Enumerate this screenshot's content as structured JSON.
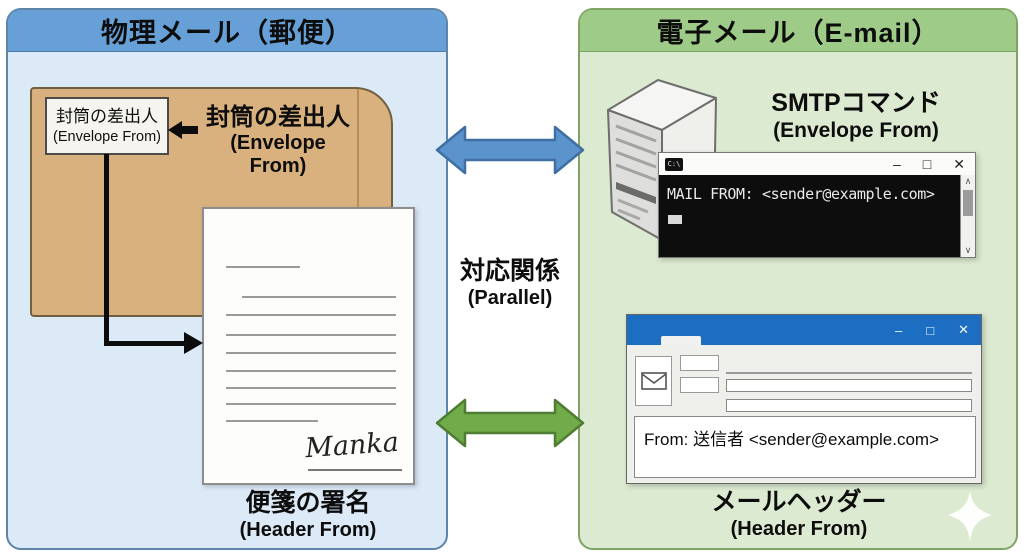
{
  "left_panel": {
    "title": "物理メール（郵便）",
    "envelope_label": {
      "line1": "封筒の差出人",
      "line2": "(Envelope From)"
    },
    "envelope_annotation": {
      "line1": "封筒の差出人",
      "line2": "(Envelope From)"
    },
    "letter_signature": "Manka",
    "caption": {
      "line1": "便箋の署名",
      "line2": "(Header From)"
    }
  },
  "center": {
    "relation": {
      "line1": "対応関係",
      "line2": "(Parallel)"
    }
  },
  "right_panel": {
    "title": "電子メール（E-mail）",
    "smtp_title": {
      "line1": "SMTPコマンド",
      "line2": "(Envelope From)"
    },
    "terminal": {
      "icon_text": "C:\\",
      "command": "MAIL FROM: <sender@example.com>",
      "controls": {
        "minimize": "–",
        "maximize": "□",
        "close": "✕"
      },
      "scrollbar": {
        "up": "∧",
        "down": "∨"
      }
    },
    "mail_window": {
      "from_line": "From: 送信者 <sender@example.com>",
      "controls": {
        "minimize": "–",
        "maximize": "□",
        "close": "✕"
      }
    },
    "caption": {
      "line1": "メールヘッダー",
      "line2": "(Header From)"
    }
  },
  "colors": {
    "left_header": "#67a0d6",
    "left_body": "#dce9f6",
    "left_border": "#5d84ab",
    "right_header": "#9ecb87",
    "right_body": "#dcead1",
    "right_border": "#7fa463",
    "arrow_blue": "#5b93cc",
    "arrow_blue_stroke": "#3f6fa3",
    "arrow_green": "#72ab4a",
    "arrow_green_stroke": "#4e7d33",
    "envelope_tan": "#d8b17e",
    "mail_titlebar_blue": "#1b6ec2",
    "terminal_bg": "#0d0d0d"
  }
}
